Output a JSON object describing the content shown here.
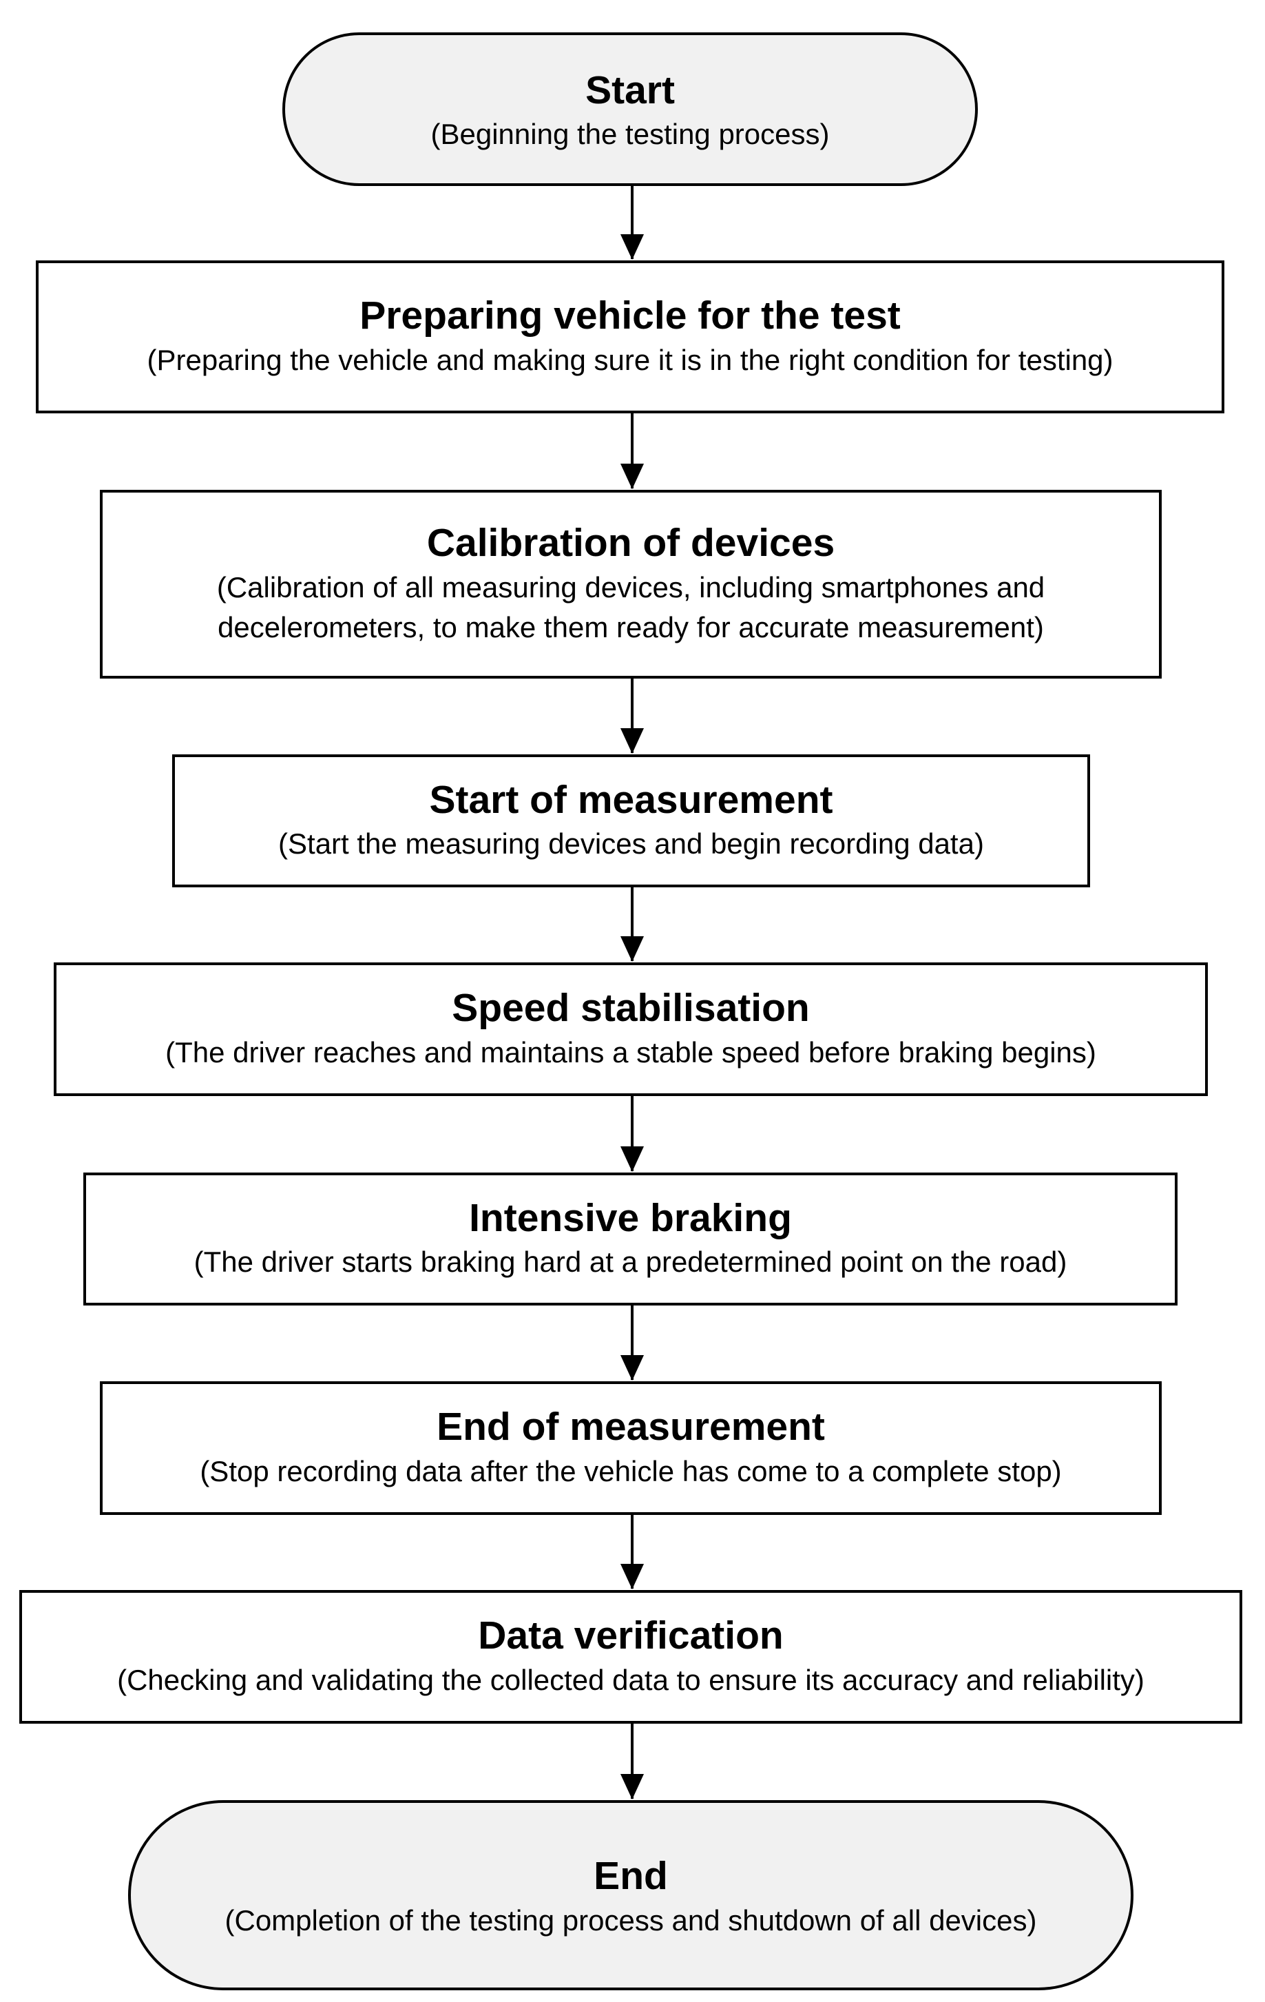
{
  "diagram": {
    "type": "flowchart",
    "direction": "top-to-bottom",
    "colors": {
      "stroke": "#000000",
      "terminal_fill": "#f1f1f1",
      "process_fill": "#ffffff"
    },
    "nodes": [
      {
        "id": "start",
        "shape": "terminal",
        "title": "Start",
        "description": "(Beginning the testing process)"
      },
      {
        "id": "prepare",
        "shape": "process",
        "title": "Preparing vehicle for the test",
        "description": "(Preparing the vehicle and making sure it is in the right condition for testing)"
      },
      {
        "id": "calibration",
        "shape": "process",
        "title": "Calibration of devices",
        "description_lines": [
          "(Calibration of all measuring devices, including smartphones and",
          "decelerometers, to make them ready for accurate measurement)"
        ]
      },
      {
        "id": "start_measurement",
        "shape": "process",
        "title": "Start of measurement",
        "description": "(Start the measuring devices and begin recording data)"
      },
      {
        "id": "speed",
        "shape": "process",
        "title": "Speed stabilisation",
        "description": "(The driver reaches and maintains a stable speed before braking begins)"
      },
      {
        "id": "braking",
        "shape": "process",
        "title": "Intensive braking",
        "description": "(The driver starts braking hard at a predetermined point on the road)"
      },
      {
        "id": "end_measurement",
        "shape": "process",
        "title": "End of measurement",
        "description": "(Stop recording data after the vehicle has come to a complete stop)"
      },
      {
        "id": "verification",
        "shape": "process",
        "title": "Data verification",
        "description": "(Checking and validating the collected data to ensure its accuracy and reliability)"
      },
      {
        "id": "end",
        "shape": "terminal",
        "title": "End",
        "description": "(Completion of the testing process and shutdown of all devices)"
      }
    ],
    "edges": [
      {
        "from": "start",
        "to": "prepare"
      },
      {
        "from": "prepare",
        "to": "calibration"
      },
      {
        "from": "calibration",
        "to": "start_measurement"
      },
      {
        "from": "start_measurement",
        "to": "speed"
      },
      {
        "from": "speed",
        "to": "braking"
      },
      {
        "from": "braking",
        "to": "end_measurement"
      },
      {
        "from": "end_measurement",
        "to": "verification"
      },
      {
        "from": "verification",
        "to": "end"
      }
    ]
  }
}
